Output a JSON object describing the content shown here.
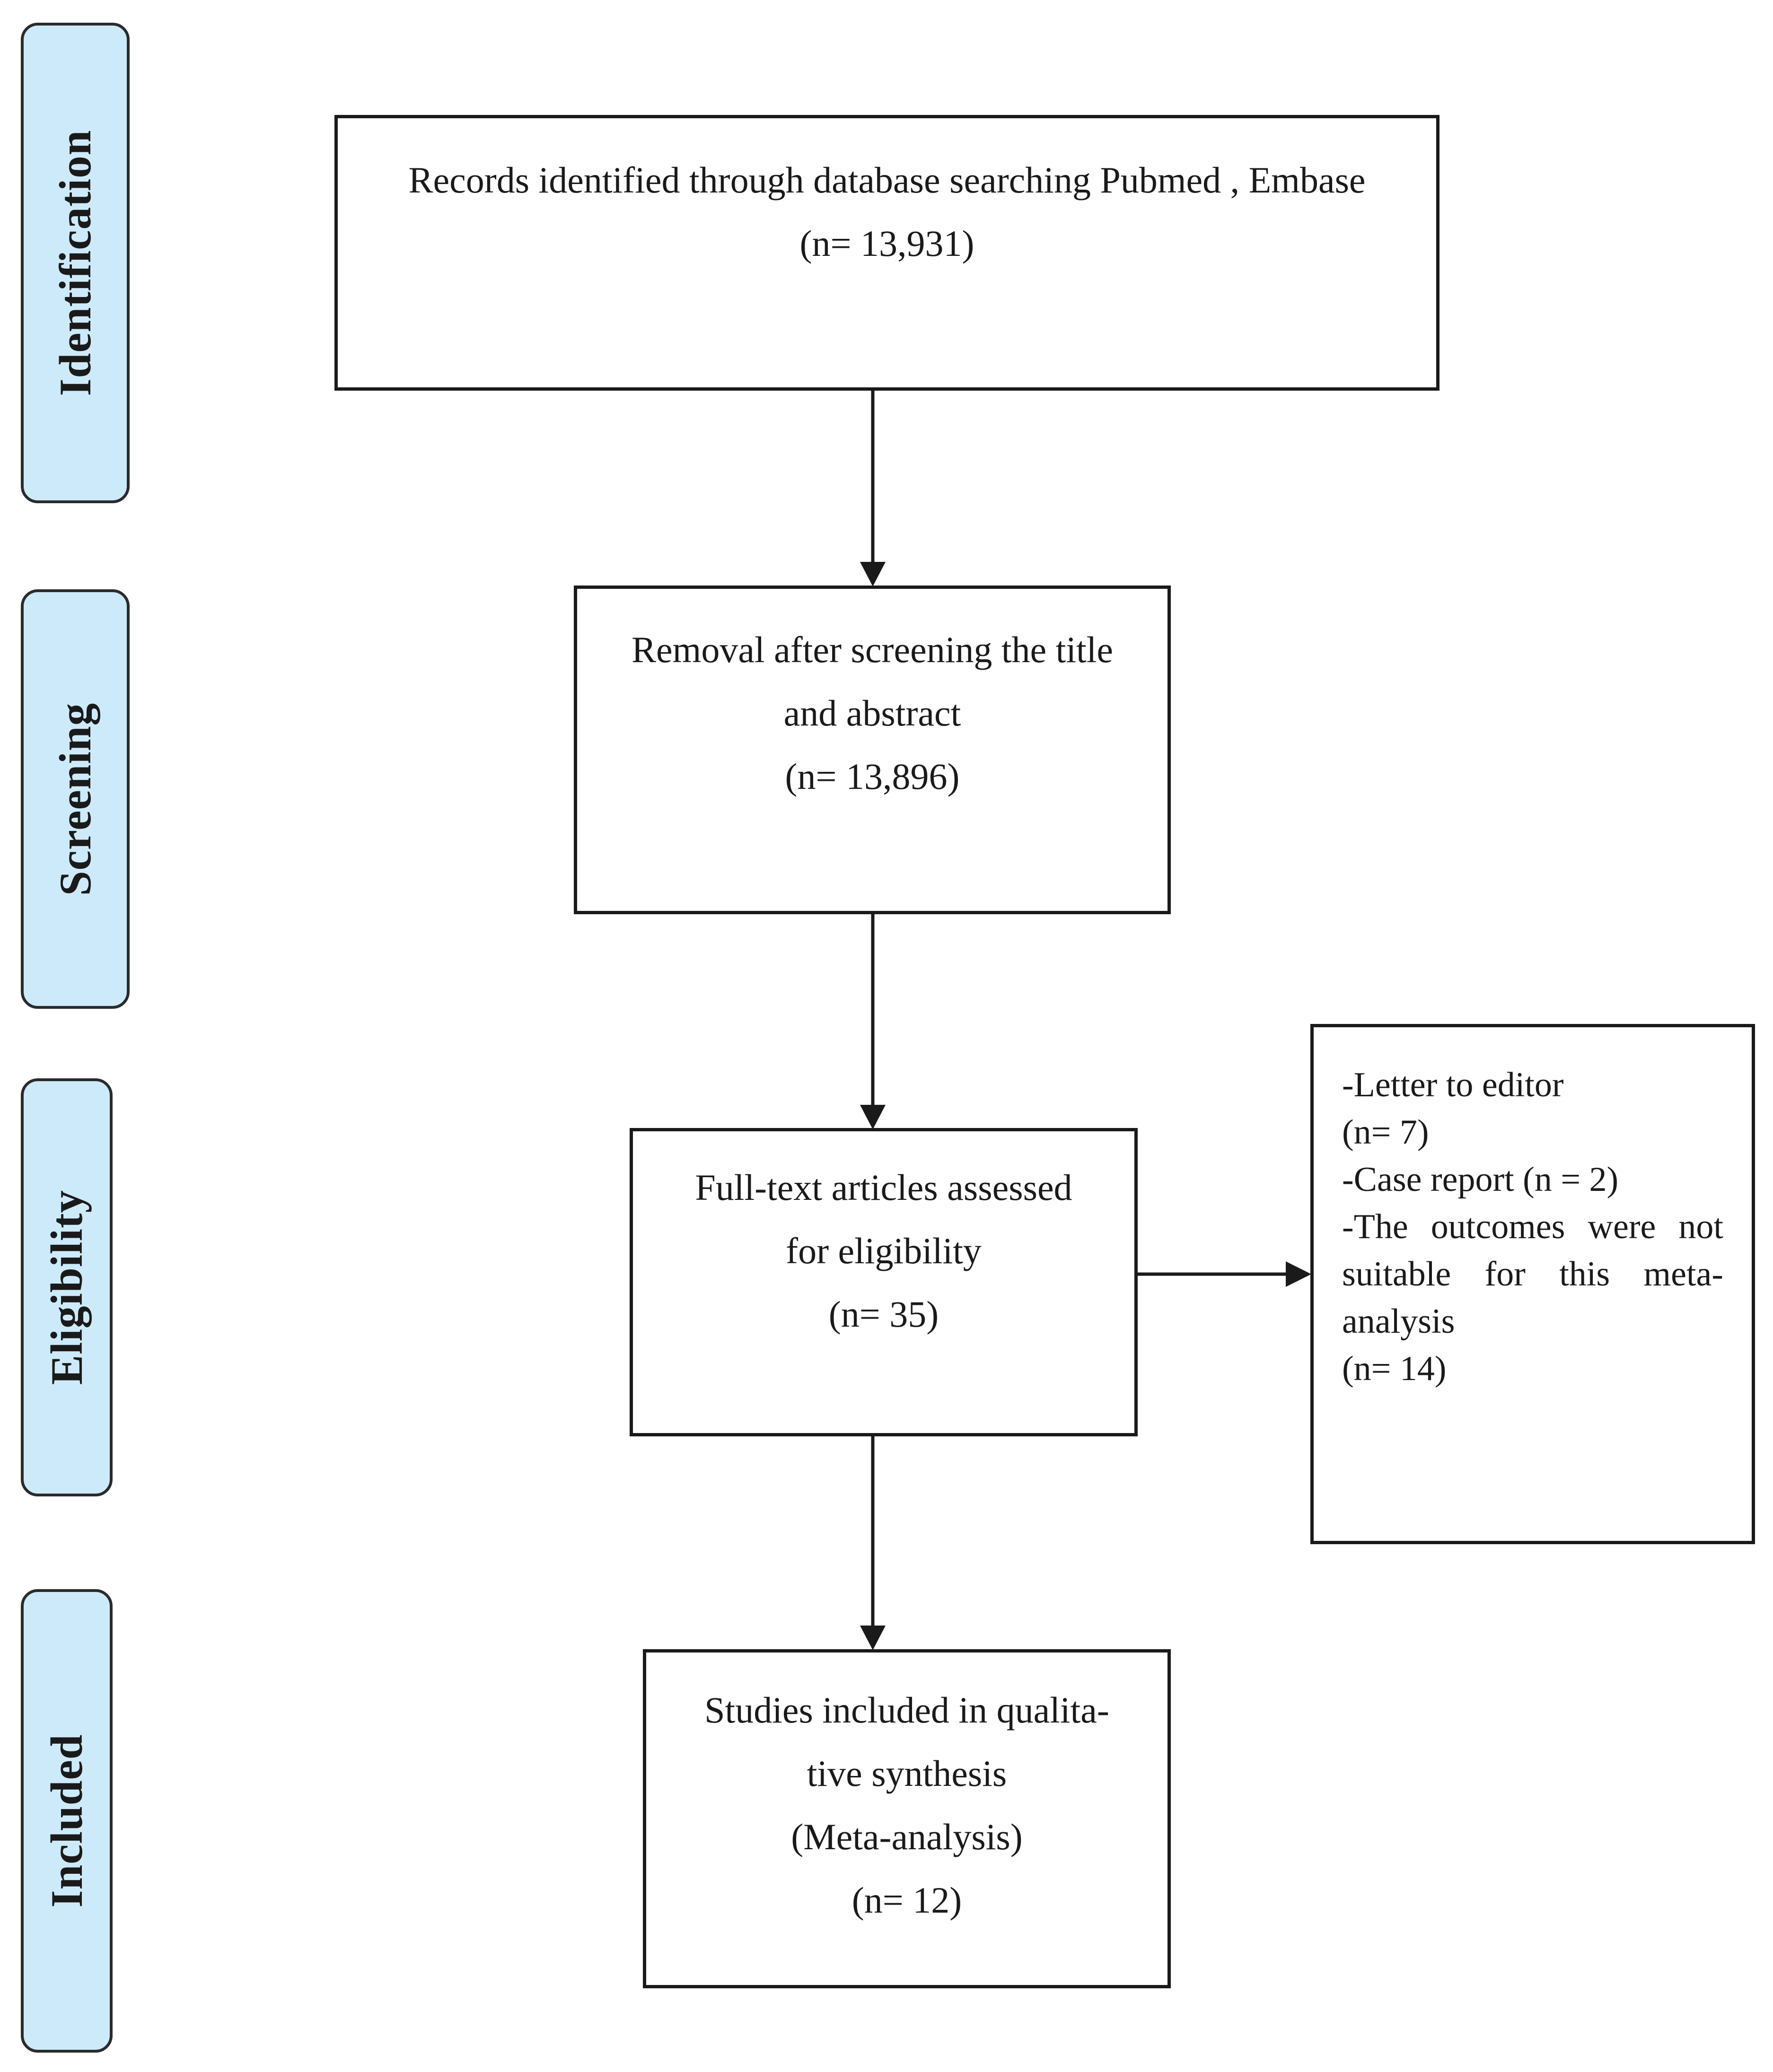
{
  "stages": {
    "identification": "Identification",
    "screening": "Screening",
    "eligibility": "Eligibility",
    "included": "Included"
  },
  "boxes": {
    "identified": {
      "line1": "Records identified through database searching Pubmed , Embase",
      "count": "(n= 13,931)"
    },
    "screened": {
      "line1": "Removal after screening the title",
      "line2": "and abstract",
      "count": "(n= 13,896)"
    },
    "eligibility": {
      "line1": "Full-text articles assessed",
      "line2": "for eligibility",
      "count": "(n= 35)"
    },
    "included": {
      "line1": "Studies included in qualita-",
      "line2": "tive synthesis",
      "line3": "(Meta-analysis)",
      "count": "(n= 12)"
    },
    "excluded": {
      "line1": "-Letter to editor",
      "line2": "(n= 7)",
      "line3": "-Case report (n = 2)",
      "line4": "-The outcomes were not",
      "line5": "suitable for this meta-",
      "line6": "analysis",
      "line7": "(n= 14)"
    }
  }
}
